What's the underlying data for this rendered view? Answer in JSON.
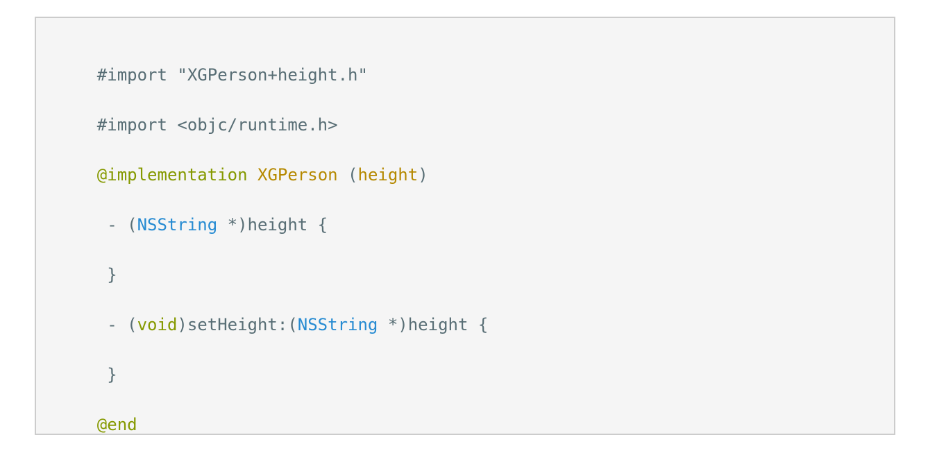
{
  "code": {
    "language": "objective-c",
    "colors": {
      "plain": "#586e75",
      "keyword": "#859900",
      "class": "#b58900",
      "type": "#268bd2",
      "background": "#f5f5f5",
      "border": "#cccccc"
    },
    "lines": [
      [
        {
          "text": "#import \"XGPerson+height.h\"",
          "kind": "plain"
        }
      ],
      [
        {
          "text": "#import <objc/runtime.h>",
          "kind": "plain"
        }
      ],
      [
        {
          "text": "@implementation",
          "kind": "keyword"
        },
        {
          "text": " ",
          "kind": "plain"
        },
        {
          "text": "XGPerson",
          "kind": "class"
        },
        {
          "text": " (",
          "kind": "plain"
        },
        {
          "text": "height",
          "kind": "class"
        },
        {
          "text": ")",
          "kind": "plain"
        }
      ],
      [
        {
          "text": " - (",
          "kind": "plain"
        },
        {
          "text": "NSString",
          "kind": "type"
        },
        {
          "text": " *)height {",
          "kind": "plain"
        }
      ],
      [
        {
          "text": " }",
          "kind": "plain"
        }
      ],
      [
        {
          "text": " - (",
          "kind": "plain"
        },
        {
          "text": "void",
          "kind": "keyword"
        },
        {
          "text": ")setHeight:(",
          "kind": "plain"
        },
        {
          "text": "NSString",
          "kind": "type"
        },
        {
          "text": " *)height {",
          "kind": "plain"
        }
      ],
      [
        {
          "text": " }",
          "kind": "plain"
        }
      ],
      [
        {
          "text": "@end",
          "kind": "keyword"
        }
      ]
    ]
  }
}
